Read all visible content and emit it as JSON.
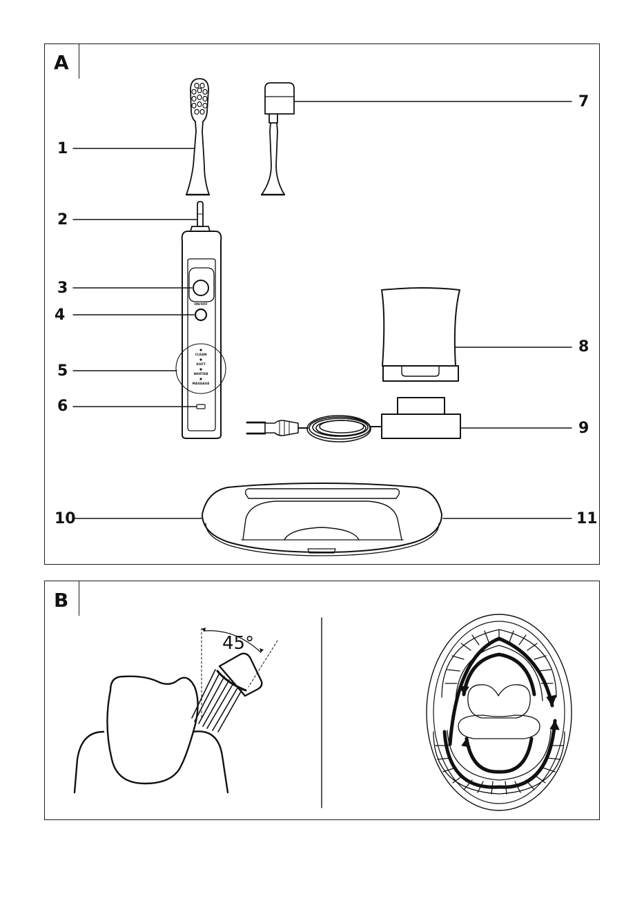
{
  "panel_a": {
    "letter": "A",
    "callouts": [
      "1",
      "2",
      "3",
      "4",
      "5",
      "6",
      "7",
      "8",
      "9",
      "10",
      "11"
    ],
    "handle_buttons": {
      "on_off": "ON/OFF",
      "modes": [
        "CLEAN",
        "SOFT",
        "WHITEN",
        "MASSAGE"
      ]
    }
  },
  "panel_b": {
    "letter": "B",
    "angle_label": "45°"
  }
}
